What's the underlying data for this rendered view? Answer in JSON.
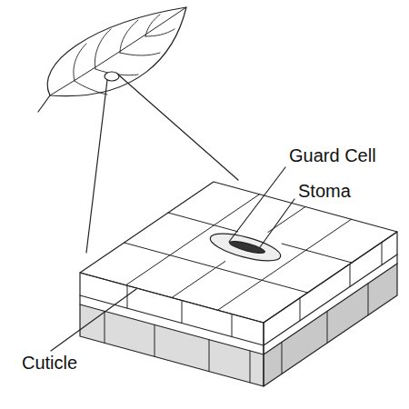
{
  "diagram": {
    "labels": [
      "Guard Cell",
      "Stoma",
      "Cuticle"
    ]
  }
}
